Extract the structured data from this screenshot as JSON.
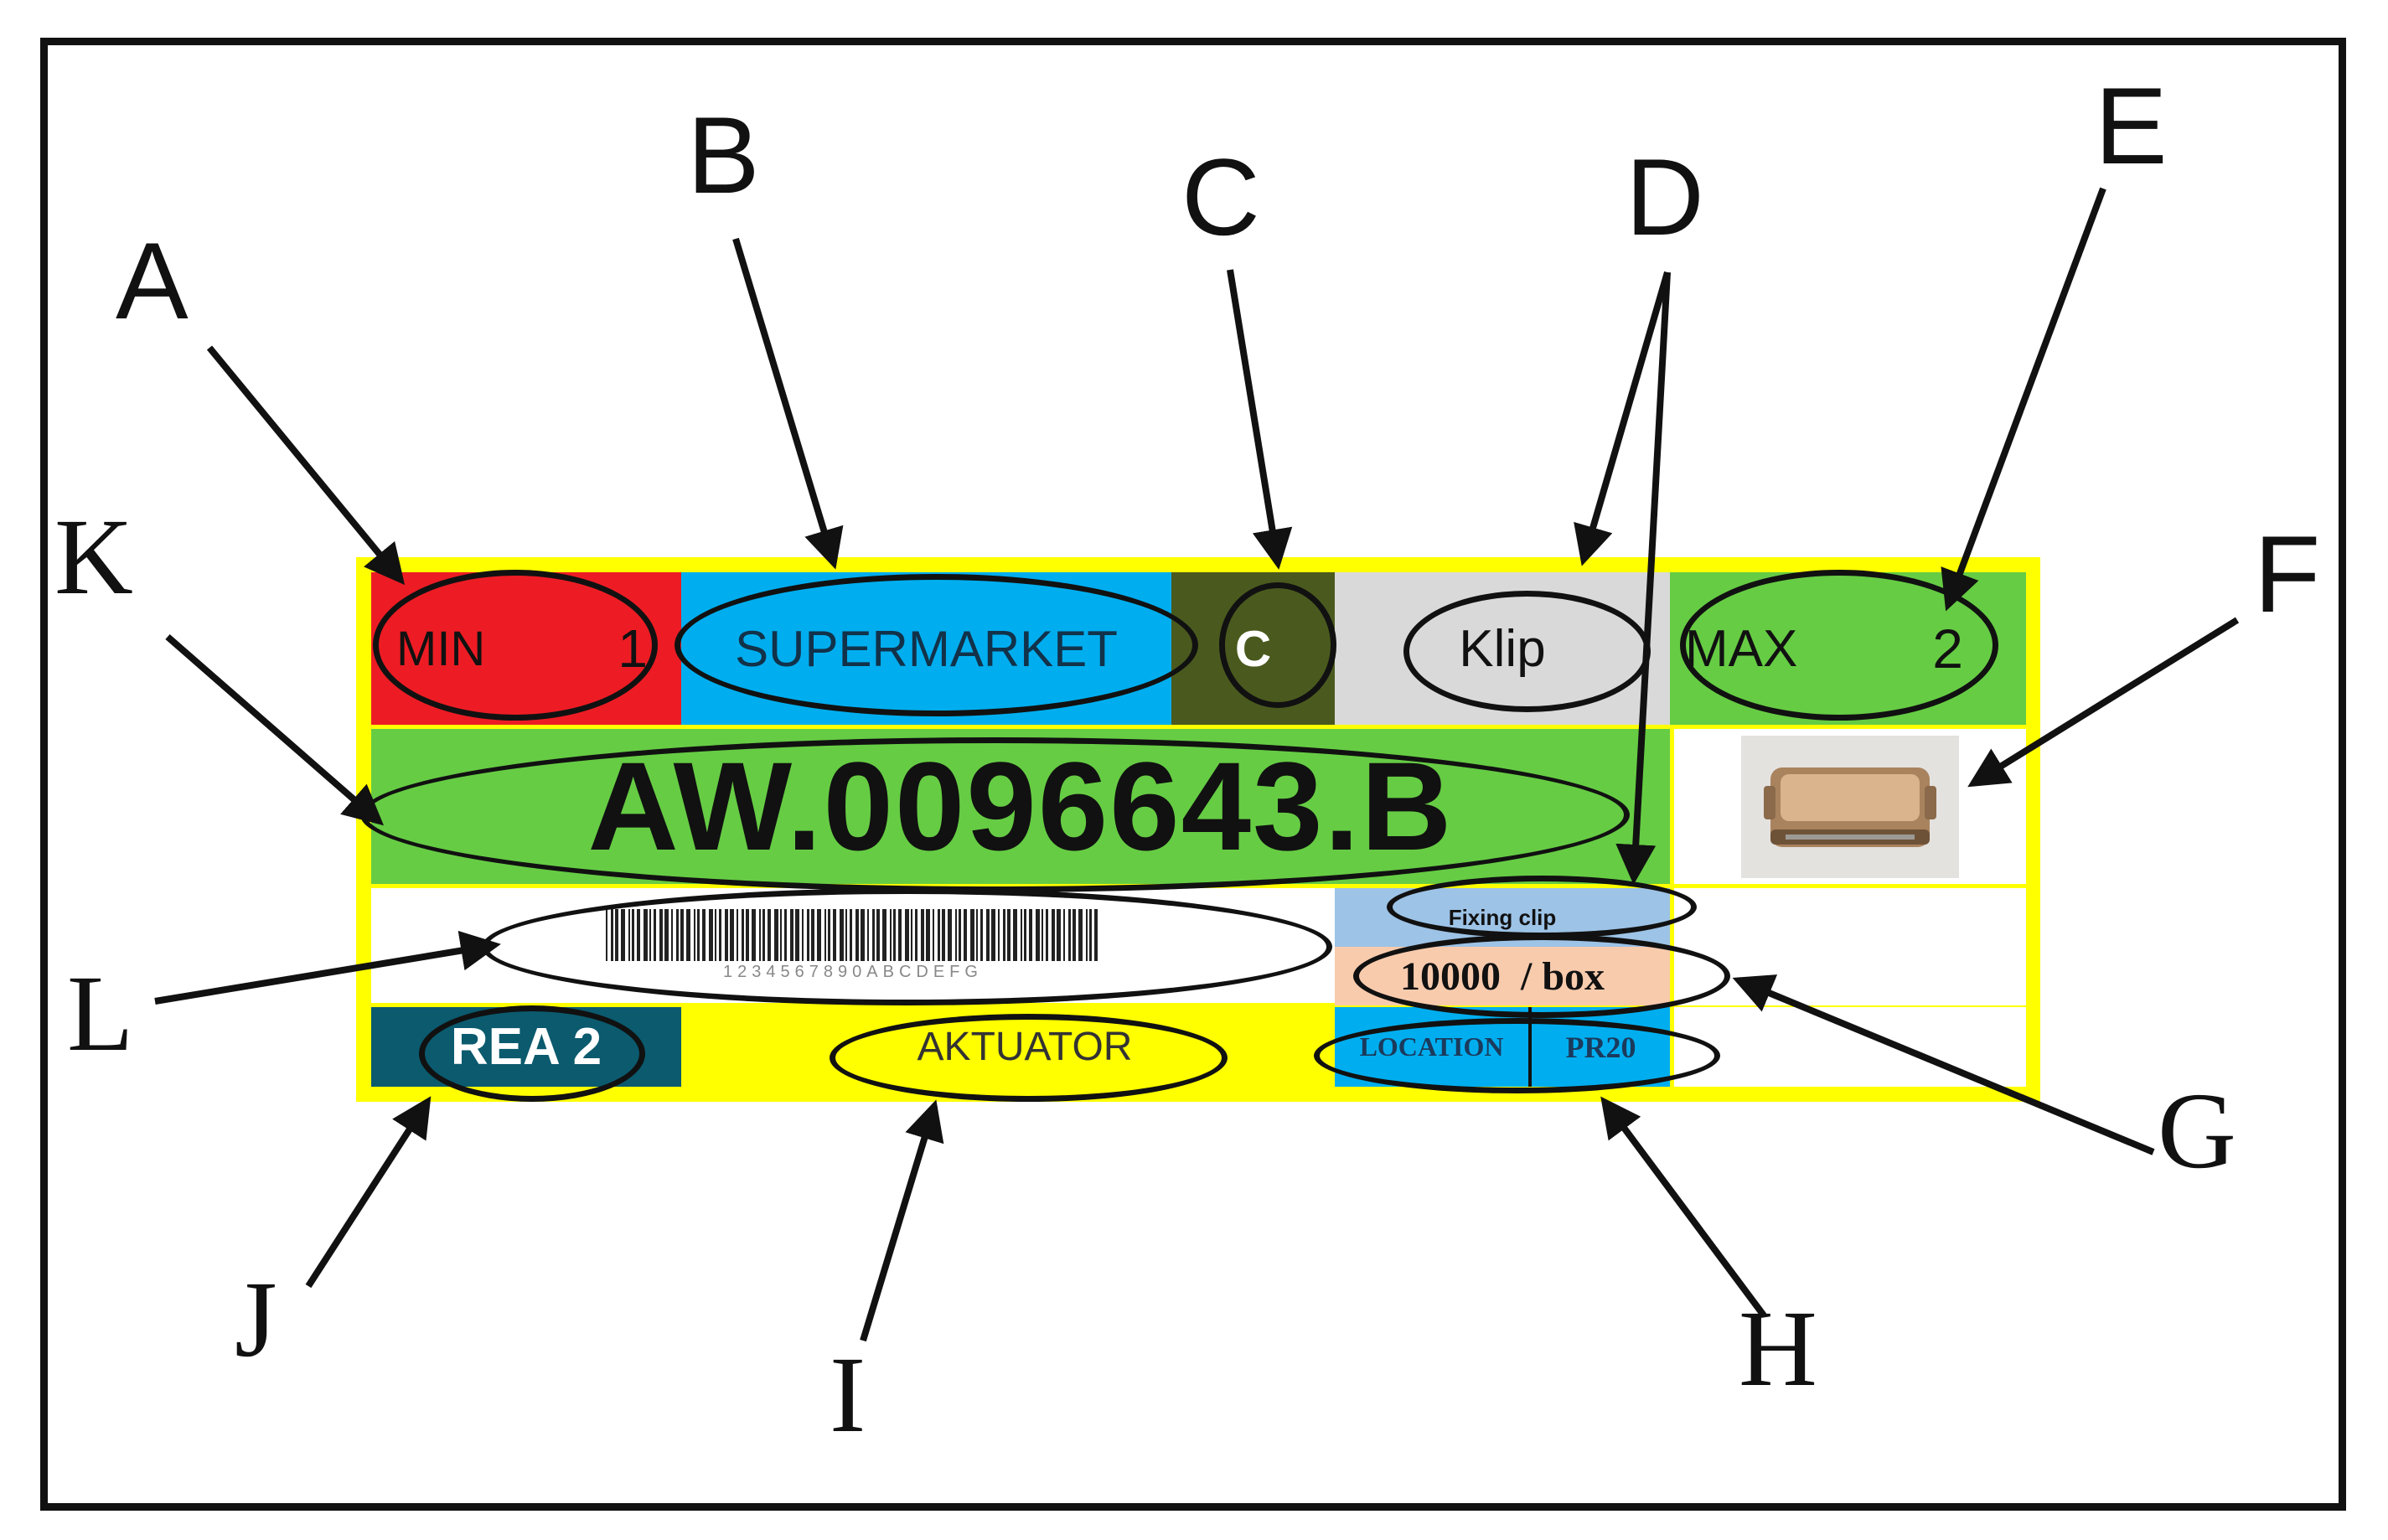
{
  "card": {
    "min_label": "MIN",
    "min_value": "1",
    "area": "SUPERMARKET",
    "class_code": "C",
    "part_type": "Klip",
    "max_label": "MAX",
    "max_value": "2",
    "part_number": "AW.0096643.B",
    "barcode_text": "1234567890ABCDEFG",
    "part_name": "Fixing clip",
    "quantity": "10000  / box",
    "location_label": "LOCATION",
    "location_value": "PR20",
    "line": "REA 2",
    "process": "AKTUATOR"
  },
  "callouts": [
    "A",
    "B",
    "C",
    "D",
    "E",
    "F",
    "G",
    "H",
    "I",
    "J",
    "K",
    "L"
  ],
  "colors": {
    "yellow": "#ffff00",
    "red": "#ed1c24",
    "blue": "#00aeef",
    "dark_green": "#4a5a1e",
    "light_gray": "#d9d9d9",
    "green": "#66cc44",
    "teal": "#0b5a6e",
    "light_blue": "#9dc3e6",
    "peach": "#f8cbad"
  }
}
